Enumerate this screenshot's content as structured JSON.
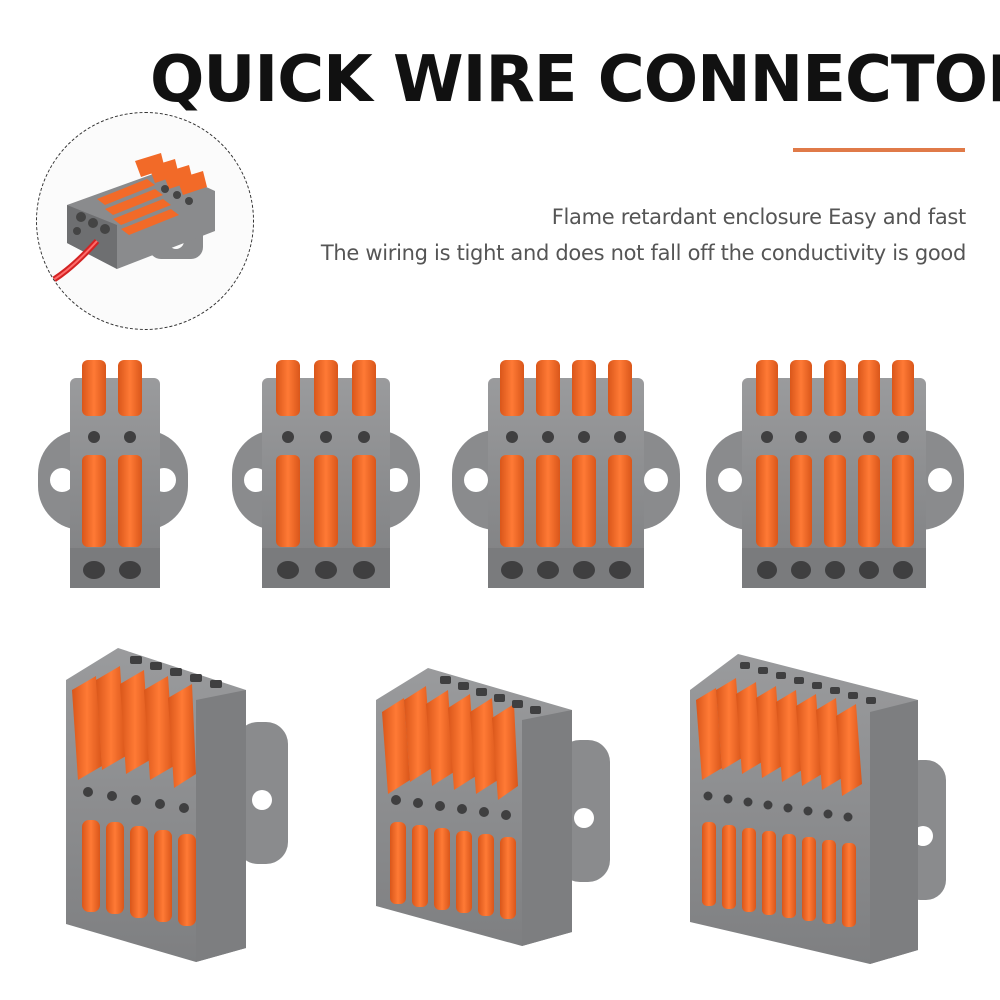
{
  "header": {
    "title": "QUICK WIRE CONNECTOR",
    "taglines": [
      "Flame retardant enclosure Easy and fast",
      "The wiring is tight and does not fall off the conductivity is good"
    ]
  },
  "colors": {
    "accent": "#e07a48",
    "housing": "#8a8b8d",
    "lever": "#f26a28",
    "text": "#111111",
    "subtext": "#555555"
  },
  "products": {
    "top_row_port_counts": [
      2,
      3,
      4,
      5
    ],
    "bottom_row_port_counts": [
      5,
      6,
      8
    ]
  }
}
